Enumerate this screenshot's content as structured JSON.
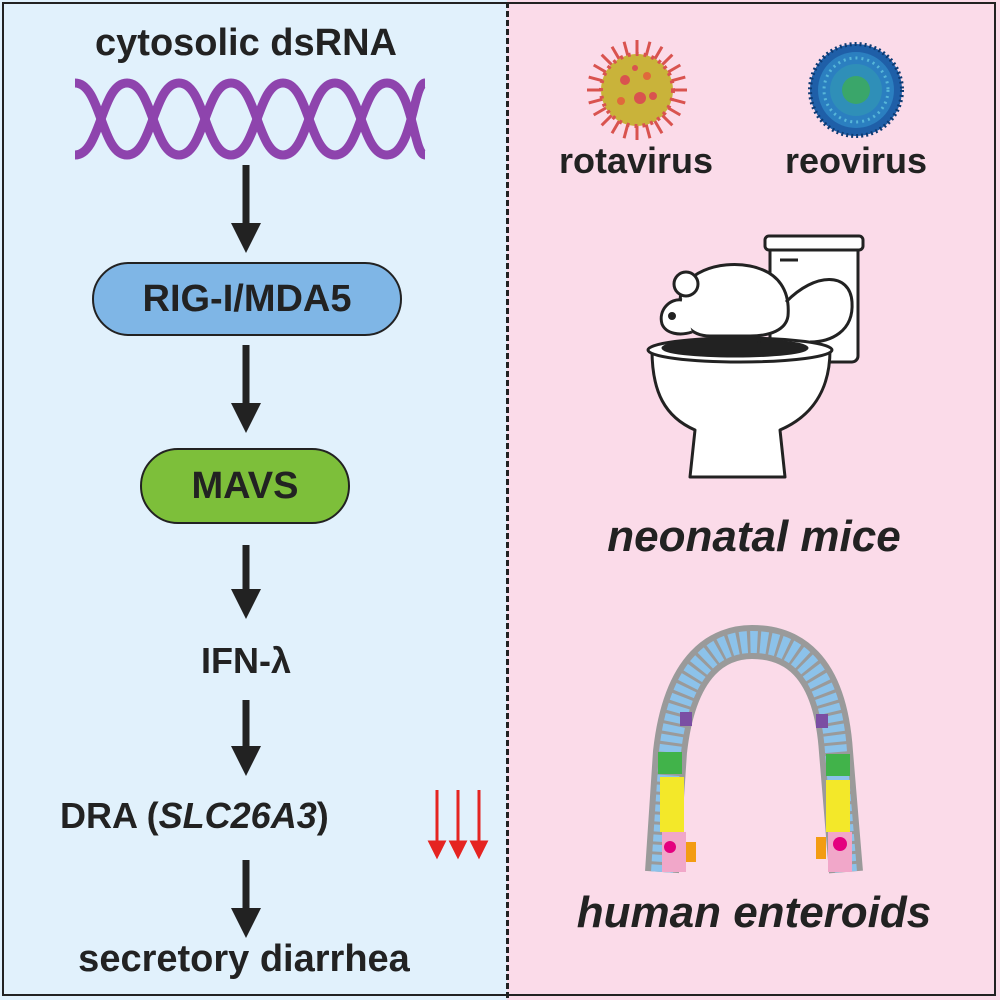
{
  "pathway": {
    "dsrna_label": "cytosolic dsRNA",
    "sensor_label": "RIG-I/MDA5",
    "adaptor_label": "MAVS",
    "ifn_label": "IFN-λ",
    "dra_prefix": "DRA (",
    "dra_gene": "SLC26A3",
    "dra_suffix": ")",
    "outcome_label": "secretory diarrhea"
  },
  "models": {
    "virus1_label": "rotavirus",
    "virus2_label": "reovirus",
    "mice_label": "neonatal mice",
    "enteroids_label": "human enteroids"
  },
  "colors": {
    "left_bg": "#e1f1fc",
    "right_bg": "#fbdbe9",
    "sensor_fill": "#7fb6e6",
    "adaptor_fill": "#7dbf3a",
    "dsrna_stroke": "#8e44ad",
    "down_arrow": "#e52421"
  },
  "icons": [
    "rotavirus-icon",
    "reovirus-icon",
    "mouse-on-toilet-icon",
    "enteroid-icon",
    "down-arrow-icon"
  ]
}
